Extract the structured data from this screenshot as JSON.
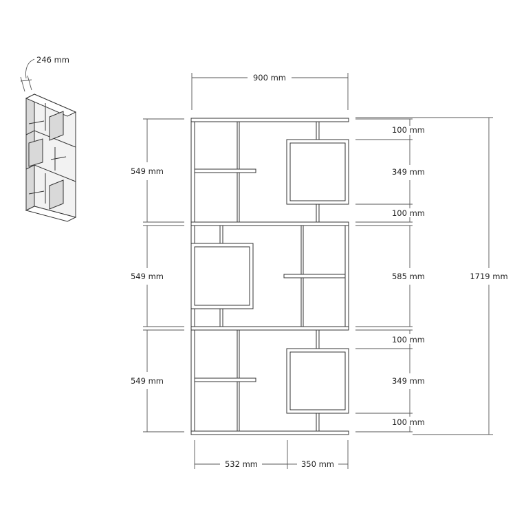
{
  "dimensions": {
    "depth": "246 mm",
    "width_total": "900 mm",
    "height_total": "1719 mm",
    "section_heights": [
      "549 mm",
      "549 mm",
      "549 mm"
    ],
    "right_top": [
      "100 mm",
      "349 mm",
      "100 mm"
    ],
    "right_middle": "585 mm",
    "right_bottom": [
      "100 mm",
      "349 mm",
      "100 mm"
    ],
    "bottom_left": "532 mm",
    "bottom_right": "350 mm"
  },
  "colors": {
    "line": "#333333",
    "background": "#ffffff"
  }
}
